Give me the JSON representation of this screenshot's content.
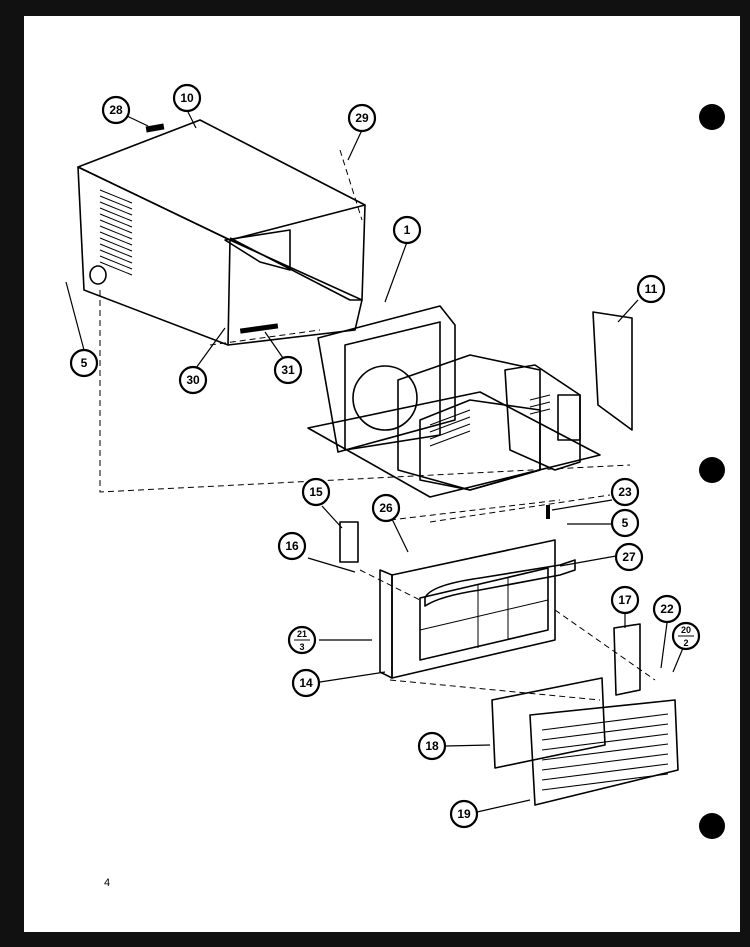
{
  "page": {
    "number": "4"
  },
  "colors": {
    "paper": "#ffffff",
    "ink": "#000000",
    "background": "#111111"
  },
  "callouts": [
    {
      "label": "28"
    },
    {
      "label": "10"
    },
    {
      "label": "29"
    },
    {
      "label": "1"
    },
    {
      "label": "5"
    },
    {
      "label": "30"
    },
    {
      "label": "31"
    },
    {
      "label": "11"
    },
    {
      "label": "15"
    },
    {
      "label": "26"
    },
    {
      "label": "16"
    },
    {
      "label": "23"
    },
    {
      "label": "5"
    },
    {
      "label": "27"
    },
    {
      "label": "21",
      "sub": "3"
    },
    {
      "label": "17"
    },
    {
      "label": "22"
    },
    {
      "label": "20",
      "sub": "2"
    },
    {
      "label": "14"
    },
    {
      "label": "18"
    },
    {
      "label": "19"
    }
  ]
}
